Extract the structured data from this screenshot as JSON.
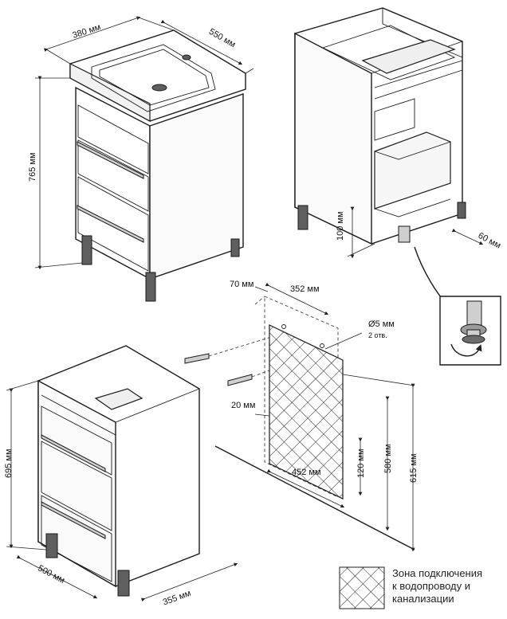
{
  "dimensions": {
    "top_width": "380 мм",
    "top_depth": "550 мм",
    "top_height": "765 мм",
    "leg_height": "100 мм",
    "wall_gap": "60 мм",
    "bottom_height": "695 мм",
    "bottom_width": "500 мм",
    "bottom_depth": "355 мм"
  },
  "wall_panel": {
    "offset_left": "70 мм",
    "hole_spacing": "352 мм",
    "hole_diameter": "Ø5 мм",
    "hole_count": "2 отв.",
    "side_offset": "20 мм",
    "zone_width": "452 мм",
    "zone_bottom": "120 мм",
    "zone_height": "580 мм",
    "total_height": "615 мм"
  },
  "legend": {
    "line1": "Зона подключения",
    "line2": "к водопроводу и",
    "line3": "канализации"
  }
}
